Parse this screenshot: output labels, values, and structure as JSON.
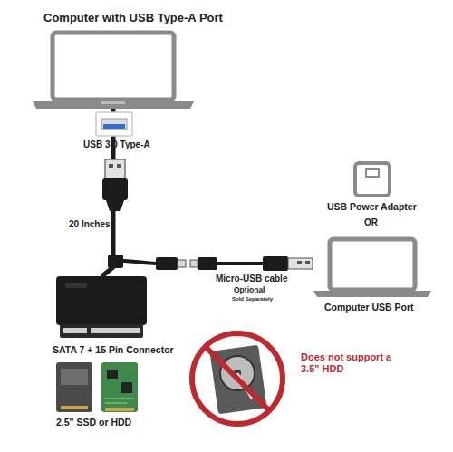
{
  "diagram": {
    "nodes": [
      {
        "text": [
          "Computer with USB Type-A Port"
        ]
      },
      {
        "text": [
          "SATA 7 + 15 Pin Connector"
        ]
      },
      {
        "text": [
          "USB Power Adapter"
        ]
      },
      {
        "text": [
          "Computer USB Port"
        ]
      },
      {
        "text": [
          "2.5\" SSD or HDD"
        ]
      },
      {
        "text": [
          "Does not support a 3.5\" HDD"
        ]
      }
    ],
    "edges": [
      {
        "from": 0,
        "to": 1,
        "arrow": "none"
      }
    ],
    "labels": [
      "USB 3.0 Type-A",
      "20 Inches",
      "Micro-USB cable",
      "Optional",
      "Sold Separately",
      "OR"
    ]
  }
}
